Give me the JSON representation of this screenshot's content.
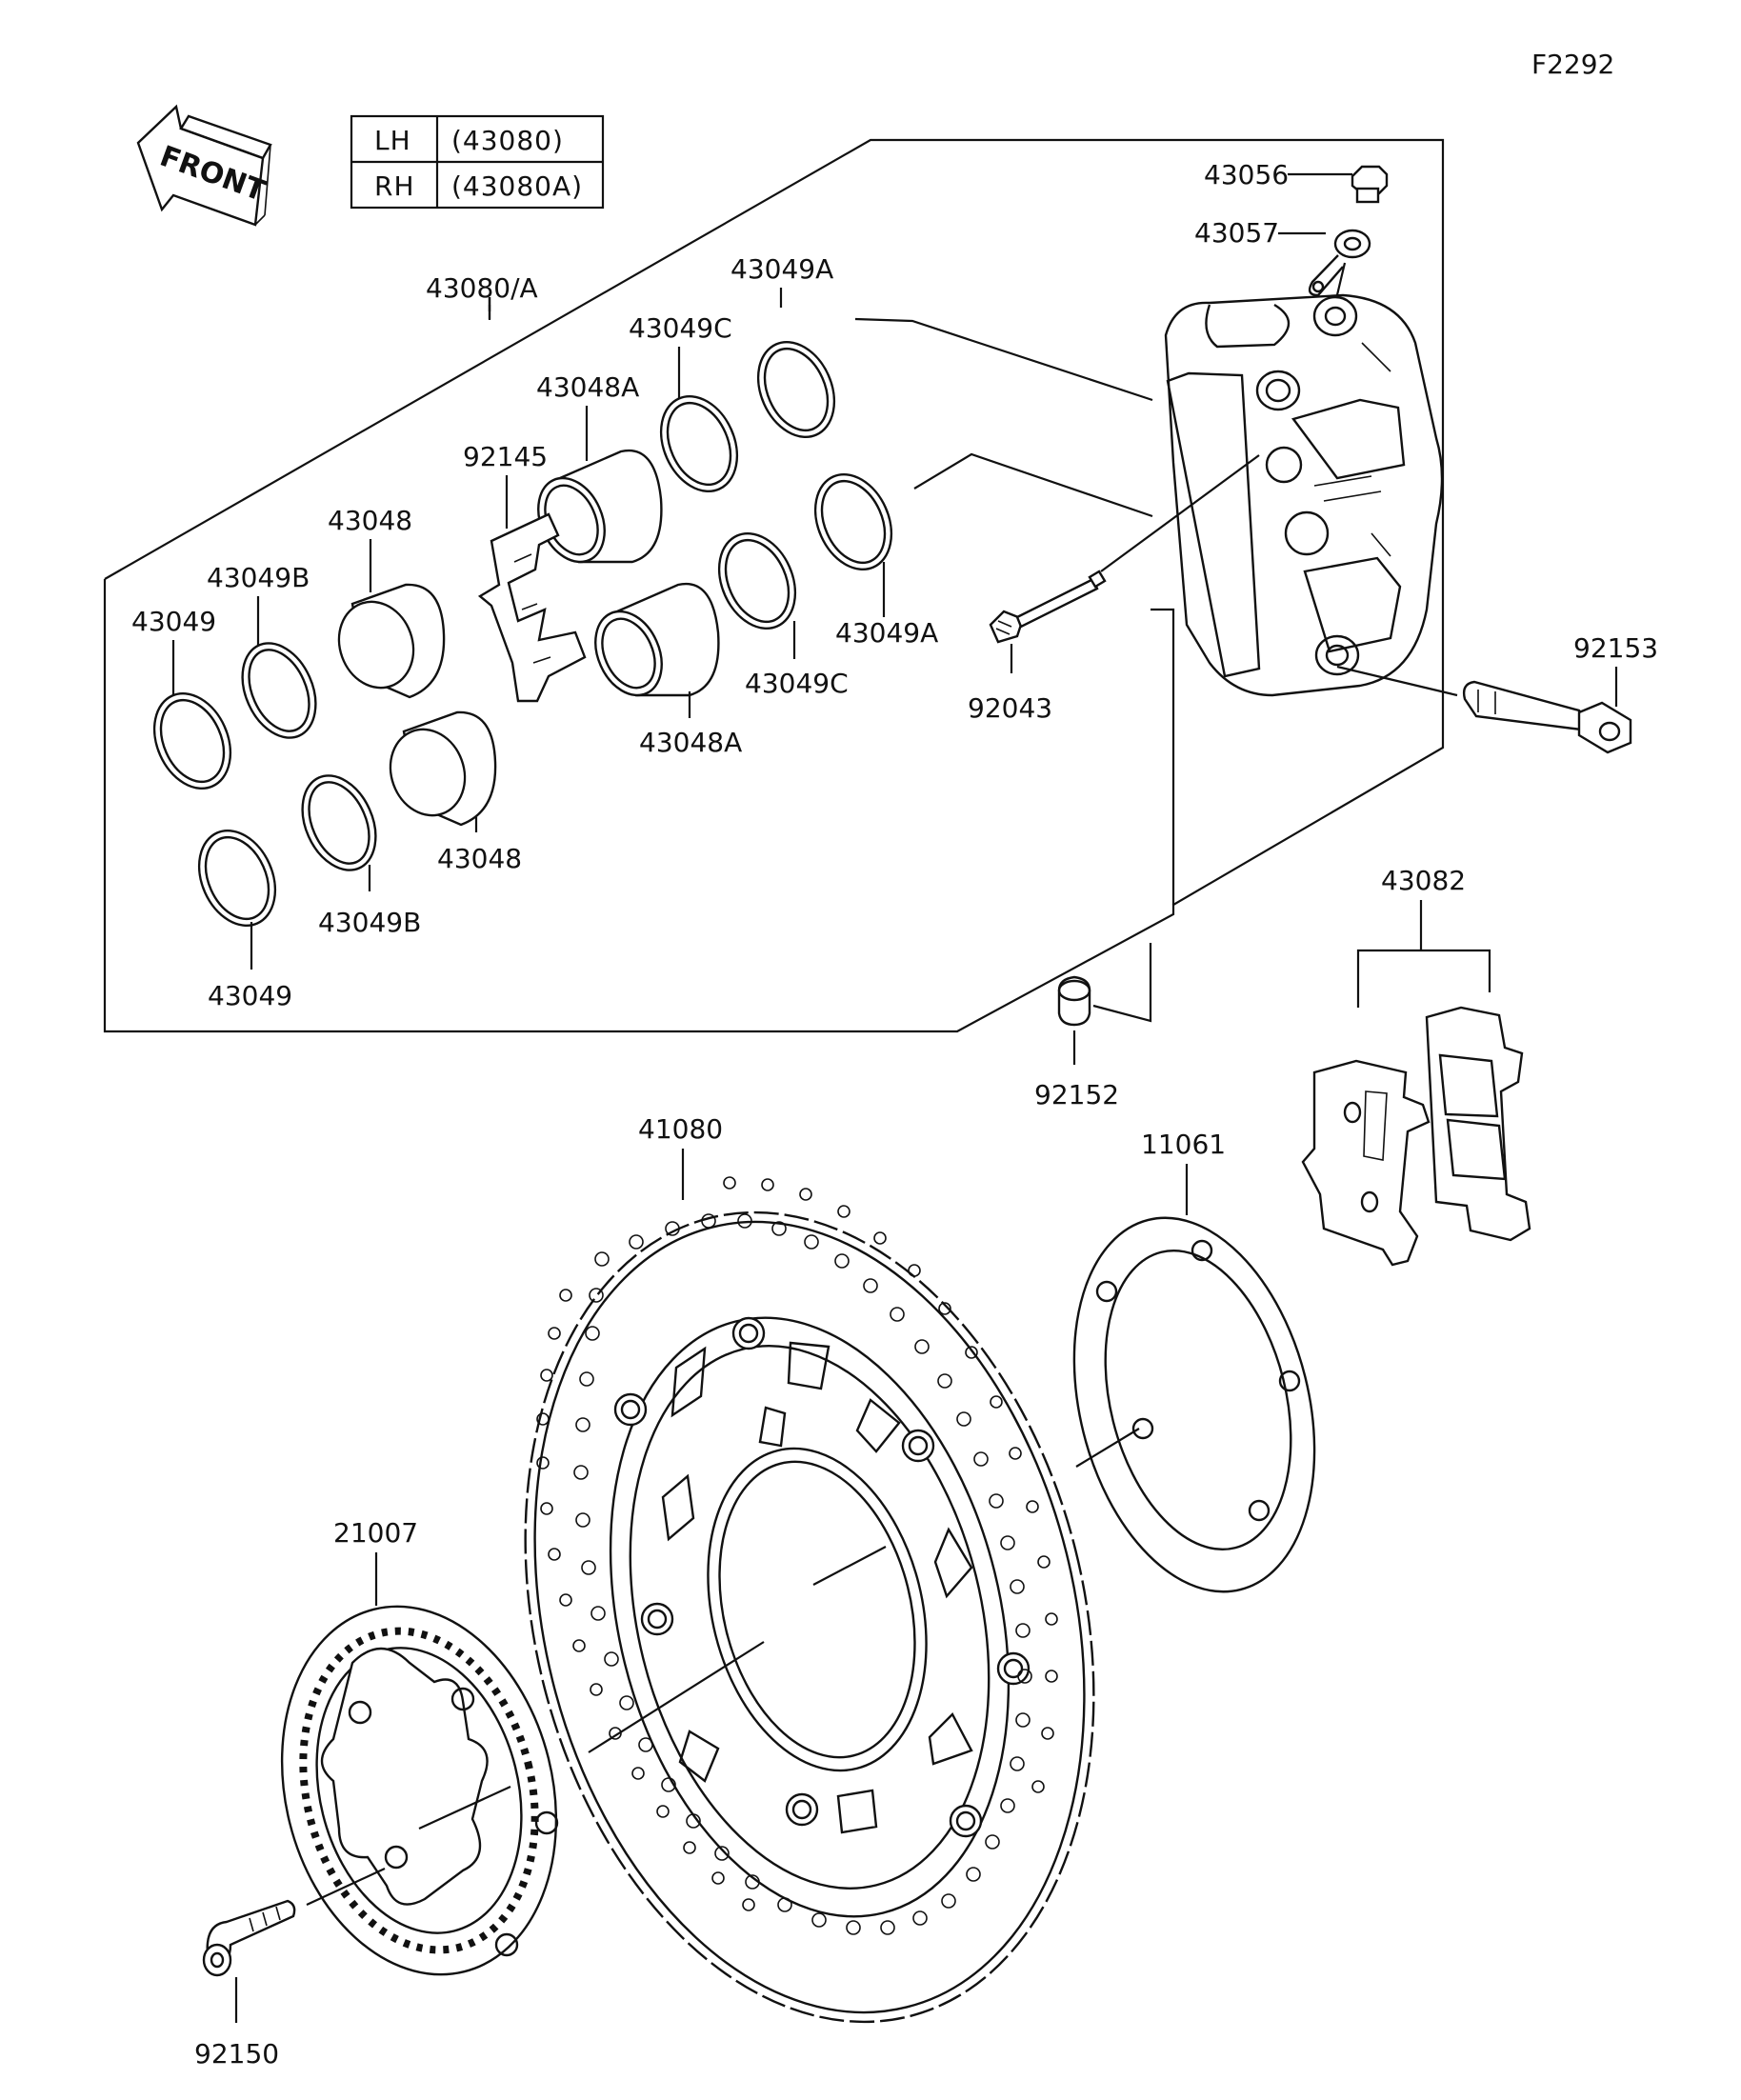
{
  "figure_code": "F2292",
  "front_arrow_text": "FRONT",
  "variant_table": {
    "rows": [
      {
        "side": "LH",
        "part": "(43080)"
      },
      {
        "side": "RH",
        "part": "(43080A)"
      }
    ]
  },
  "callouts": {
    "caliper_assy": "43080/A",
    "bleeder_cap": "43056",
    "bleeder_bracket": "43057",
    "seal_43049a_top": "43049A",
    "seal_43049c_top": "43049C",
    "piston_43048a_top": "43048A",
    "spring_92145": "92145",
    "piston_43048_top": "43048",
    "seal_43049b_top": "43049B",
    "seal_43049_top": "43049",
    "seal_43049a_bottom": "43049A",
    "pin_92043": "92043",
    "seal_43049c_bottom": "43049C",
    "piston_43048a_bottom": "43048A",
    "piston_43048_bottom": "43048",
    "seal_43049b_bottom": "43049B",
    "seal_43049_bottom": "43049",
    "bolt_92153": "92153",
    "pad_set": "43082",
    "collar_92152": "92152",
    "disc_41080": "41080",
    "shim_11061": "11061",
    "rotor_21007": "21007",
    "screw_92150": "92150"
  }
}
